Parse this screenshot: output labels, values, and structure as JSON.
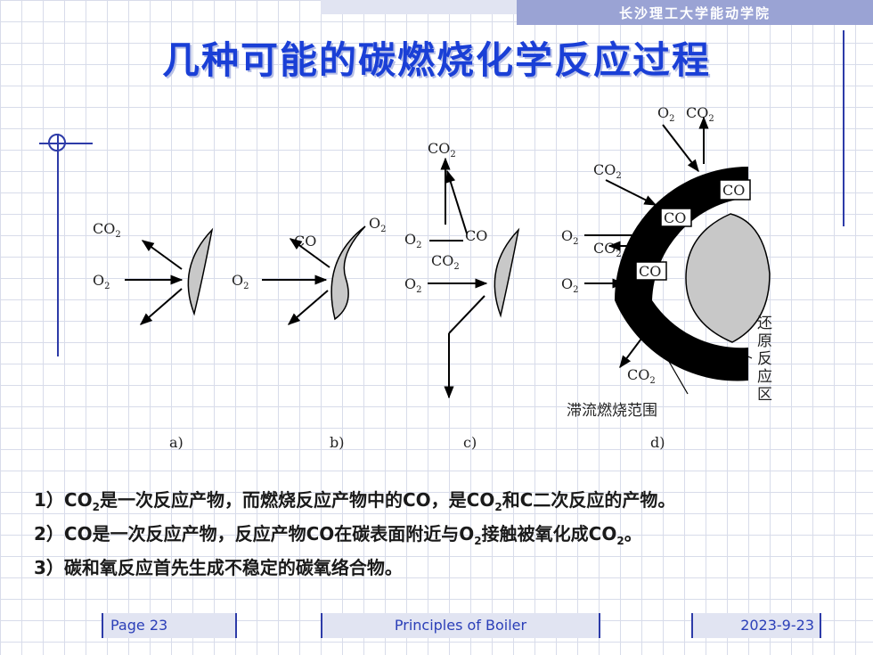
{
  "header": {
    "institution": "长沙理工大学能动学院"
  },
  "slide": {
    "title": "几种可能的碳燃烧化学反应过程"
  },
  "diagram": {
    "labels": {
      "co2": "CO",
      "co2_sub": "2",
      "o2": "O",
      "o2_sub": "2",
      "co": "CO"
    },
    "captions": [
      "a)",
      "b)",
      "c)",
      "d)"
    ],
    "reduction_zone": [
      "还",
      "原",
      "反",
      "应",
      "区"
    ],
    "stagnant_zone": "滞流燃烧范围"
  },
  "points": {
    "p1_a": "1）CO",
    "p1_sub": "2",
    "p1_b": "是一次反应产物，而燃烧反应产物中的CO，是CO",
    "p1_sub2": "2",
    "p1_c": "和C二次反应的产物。",
    "p2_a": "2）CO是一次反应产物，反应产物CO在碳表面附近与O",
    "p2_sub": "2",
    "p2_b": "接触被氧化成CO",
    "p2_sub2": "2",
    "p2_c": "。",
    "p3": "3）碳和氧反应首先生成不稳定的碳氧络合物。"
  },
  "footer": {
    "page": "Page 23",
    "course": "Principles of Boiler",
    "date": "2023-9-23"
  }
}
